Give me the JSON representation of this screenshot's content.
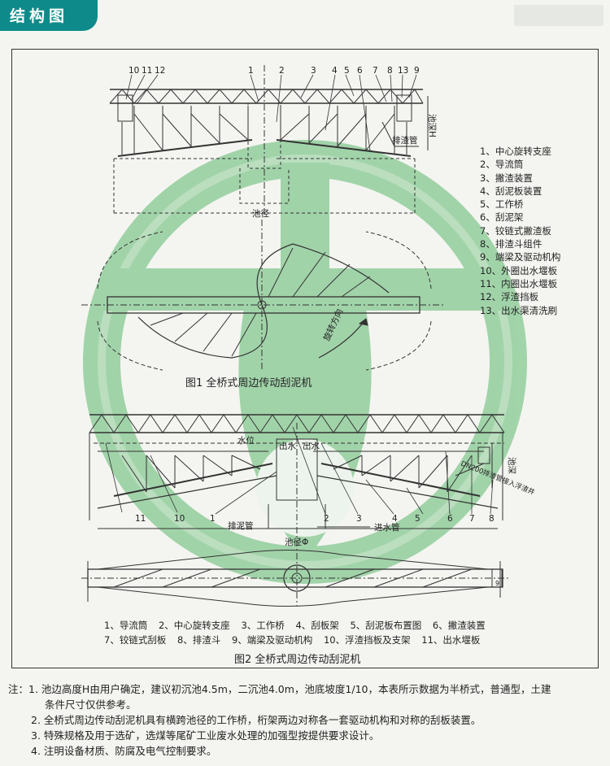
{
  "header": {
    "title": "结构图"
  },
  "figure1": {
    "caption": "图1  全桥式周边传动刮泥机",
    "callouts": [
      "10",
      "11",
      "12",
      "1",
      "2",
      "3",
      "4",
      "5",
      "6",
      "7",
      "8",
      "13",
      "9"
    ],
    "labels": {
      "pool_diameter": "池径",
      "pool_depth": "池深H",
      "discharge_pipe": "排渣管",
      "rotation_direction": "旋转方向"
    },
    "legend": [
      "1、中心旋转支座",
      "2、导流筒",
      "3、撇渣装置",
      "4、刮泥板装置",
      "5、工作桥",
      "6、刮泥架",
      "7、铰链式撇渣板",
      "8、排渣斗组件",
      "9、端梁及驱动机构",
      "10、外圈出水堰板",
      "11、内圈出水堰板",
      "12、浮渣挡板",
      "13、出水渠清洗刷"
    ]
  },
  "figure2": {
    "caption": "图2  全桥式周边传动刮泥机",
    "callouts": [
      "11",
      "10",
      "1",
      "2",
      "3",
      "4",
      "5",
      "6",
      "7",
      "8",
      "9"
    ],
    "labels": {
      "water_level": "水位",
      "outlet_left": "出水",
      "outlet_right": "出水",
      "mud_pipe": "排泥管",
      "inlet_pipe": "进水管",
      "pool_diameter": "池径Φ",
      "pool_depth": "池深",
      "slag_pipe": "DN200排渣管接入浮渣井"
    },
    "legend_rows": [
      [
        "1、导流筒",
        "2、中心旋转支座",
        "3、工作桥",
        "4、刮板架",
        "5、刮泥板布置图",
        "6、撇渣装置"
      ],
      [
        "7、铰链式刮板",
        "8、排渣斗",
        "9、端梁及驱动机构",
        "10、浮渣挡板及支架",
        "11、出水堰板"
      ]
    ]
  },
  "notes": {
    "prefix": "注：",
    "items": [
      "1. 池边高度H由用户确定，建议初沉池4.5m，二沉池4.0m，池底坡度1/10，本表所示数据为半桥式，普通型，土建",
      "条件尺寸仅供参考。",
      "2. 全桥式周边传动刮泥机具有横跨池径的工作桥，桁架两边对称各一套驱动机构和对称的刮板装置。",
      "3. 特殊规格及用于选矿，选煤等尾矿工业废水处理的加强型按提供要求设计。",
      "4. 注明设备材质、防腐及电气控制要求。"
    ]
  },
  "colors": {
    "accent": "#0f8a8a",
    "watermark": "#2e9e4e",
    "line": "#333333"
  }
}
